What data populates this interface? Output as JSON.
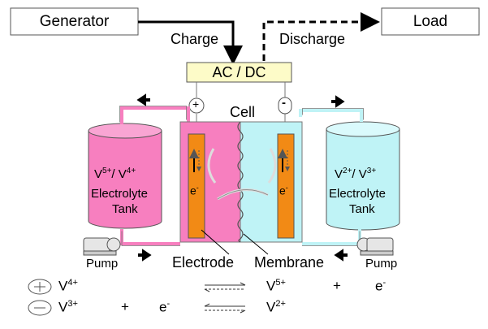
{
  "generator": "Generator",
  "load": "Load",
  "charge": "Charge",
  "discharge": "Discharge",
  "acdc": "AC / DC",
  "cell": "Cell",
  "electrode": "Electrode",
  "membrane": "Membrane",
  "pump_left": "Pump",
  "pump_right": "Pump",
  "plus_sign": "+",
  "minus_sign": "-",
  "left_tank": {
    "ion_a": "V",
    "sup_a": "5+",
    "slash": "/ ",
    "ion_b": "V",
    "sup_b": "4+",
    "line2": "Electrolyte",
    "line3": "Tank"
  },
  "right_tank": {
    "ion_a": "V",
    "sup_a": "2+",
    "slash": "/ ",
    "ion_b": "V",
    "sup_b": "3+",
    "line2": "Electrolyte",
    "line3": "Tank"
  },
  "electron_left": "e",
  "electron_left_sup": "-",
  "electron_right": "e",
  "electron_right_sup": "-",
  "reactions": {
    "r1_left": "V",
    "r1_left_sup": "4+",
    "r1_right": "V",
    "r1_right_sup": "5+",
    "r1_plus": "+",
    "r1_e": "e",
    "r1_e_sup": "-",
    "r2_left": "V",
    "r2_left_sup": "3+",
    "r2_plus": "+",
    "r2_e": "e",
    "r2_e_sup": "-",
    "r2_right": "V",
    "r2_right_sup": "2+"
  },
  "colors": {
    "positive_electrolyte": "#f77fbf",
    "negative_electrolyte": "#bff3f6",
    "electrode": "#f28a15",
    "acdc_fill": "#fdfbc8"
  }
}
